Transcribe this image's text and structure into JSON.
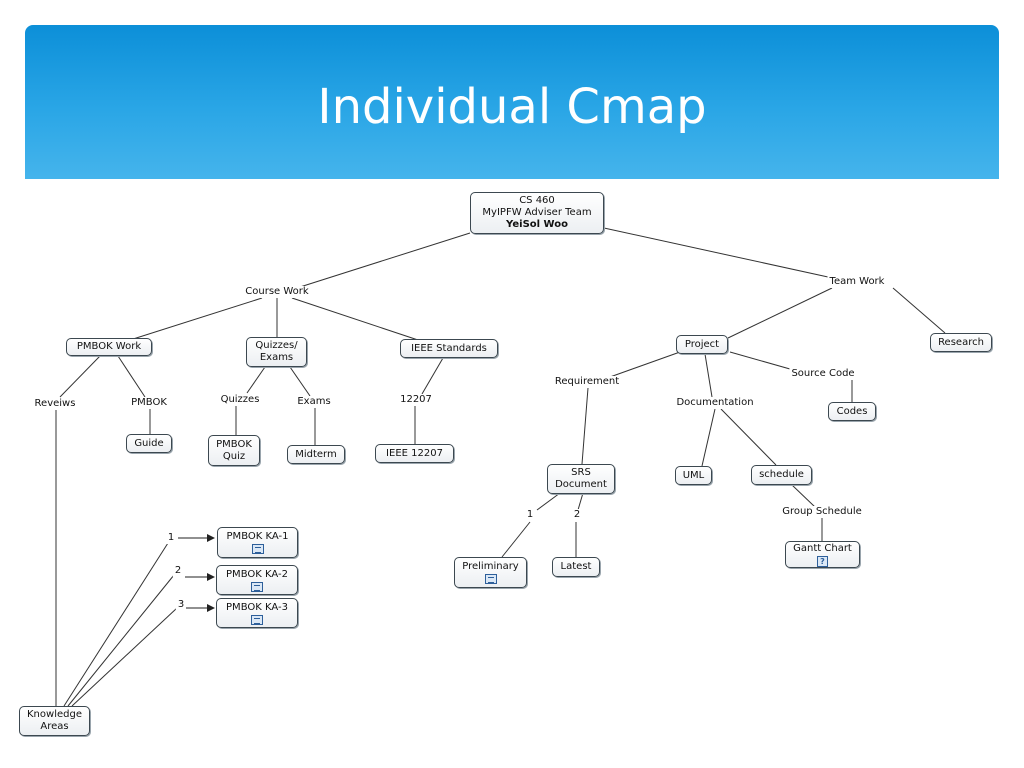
{
  "slide": {
    "title": "Individual Cmap"
  },
  "nodes": {
    "root": {
      "line1": "CS 460",
      "line2": "MyIPFW Adviser Team",
      "line3": "YeiSol Woo"
    },
    "pmbok_work": "PMBOK Work",
    "quizzes_exams": {
      "line1": "Quizzes/",
      "line2": "Exams"
    },
    "ieee_standards": "IEEE Standards",
    "guide": "Guide",
    "pmbok_quiz": {
      "line1": "PMBOK",
      "line2": "Quiz"
    },
    "midterm": "Midterm",
    "ieee_12207": "IEEE 12207",
    "project": "Project",
    "research": "Research",
    "codes": "Codes",
    "srs_document": {
      "line1": "SRS",
      "line2": "Document"
    },
    "uml": "UML",
    "schedule": "schedule",
    "gantt_chart": "Gantt Chart",
    "preliminary": "Preliminary",
    "latest": "Latest",
    "pmbok_ka1": "PMBOK KA-1",
    "pmbok_ka2": "PMBOK KA-2",
    "pmbok_ka3": "PMBOK KA-3",
    "knowledge_areas": {
      "line1": "Knowledge",
      "line2": "Areas"
    }
  },
  "links": {
    "course_work": "Course Work",
    "team_work": "Team Work",
    "reveiws": "Reveiws",
    "pmbok": "PMBOK",
    "quizzes": "Quizzes",
    "exams": "Exams",
    "num_12207": "12207",
    "requirement": "Requirement",
    "documentation": "Documentation",
    "source_code": "Source Code",
    "group_schedule": "Group Schedule",
    "one_srs": "1",
    "two_srs": "2",
    "one_ka": "1",
    "two_ka": "2",
    "three_ka": "3"
  },
  "icons": {
    "resource": "document-resource-icon",
    "unknown_resource": "question-resource-icon"
  },
  "colors": {
    "banner_top": "#0c8fd8",
    "banner_bottom": "#45b4ec",
    "line": "#333333"
  }
}
